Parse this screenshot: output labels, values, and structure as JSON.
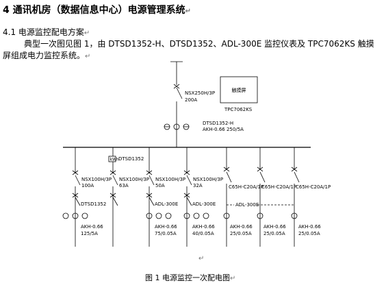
{
  "heading": "4 通讯机房（数据信息中心）电源管理系统",
  "subheading": "4.1 电源监控配电方案",
  "para_line1": "典型一次图见图 1，由 DTSD1352-H、DTSD1352、ADL-300E 监控仪表及 TPC7062KS 触摸",
  "para_line2": "屏组成电力监控系统。",
  "para_mark": "↵",
  "figure_caption": "图 1 电源监控一次配电图",
  "diagram": {
    "touchscreen_label": "触摸屏",
    "touchscreen_model": "TPC7062KS",
    "main_breaker_model": "NSX250H/3P",
    "main_breaker_rating": "200A",
    "main_meter_model": "DTSD1352-H",
    "main_ct": "AKH-0.66 250/5A",
    "meter_dtsd1352": "DTSD1352",
    "meter_adl": "ADL-300E",
    "branches": [
      {
        "breaker": "NSX100H/3P",
        "rating": "100A",
        "meter": "DTSD1352",
        "ct1": "AKH-0.66",
        "ct2": "125/5A"
      },
      {
        "breaker": "NSX100H/3P",
        "rating": "63A"
      },
      {
        "breaker": "NSX100H/3P",
        "rating": "50A",
        "meter": "ADL-300E",
        "ct1": "AKH-0.66",
        "ct2": "75/0.05A"
      },
      {
        "breaker": "NSX100H/3P",
        "rating": "32A",
        "meter": "ADL-300E",
        "ct1": "AKH-0.66",
        "ct2": "40/0.05A"
      },
      {
        "breaker": "C65H-C20A/1P",
        "ct1": "AKH-0.66",
        "ct2": "25/0.05A"
      },
      {
        "breaker": "C65H-C20A/1P",
        "ct1": "AKH-0.66",
        "ct2": "25/0.05A"
      },
      {
        "breaker": "C65H-C20A/1P",
        "ct1": "AKH-0.66",
        "ct2": "25/0.05A"
      }
    ]
  }
}
